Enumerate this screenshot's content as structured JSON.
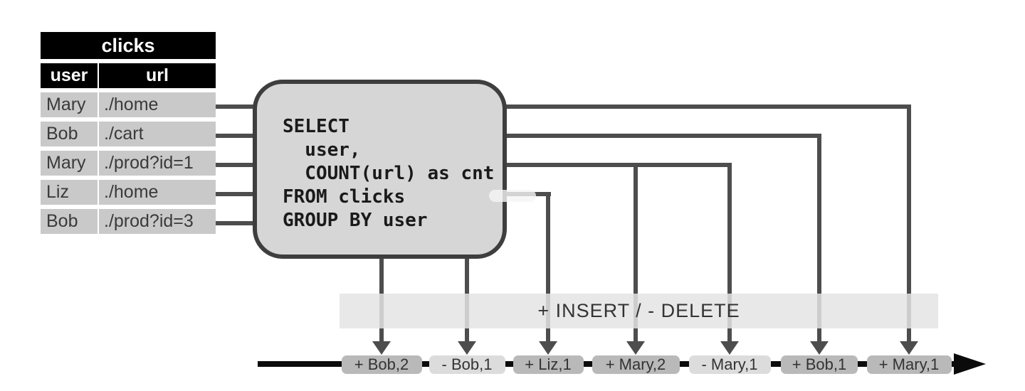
{
  "diagram": {
    "table": {
      "title": "clicks",
      "columns": [
        "user",
        "url"
      ],
      "rows": [
        [
          "Mary",
          "./home"
        ],
        [
          "Bob",
          "./cart"
        ],
        [
          "Mary",
          "./prod?id=1"
        ],
        [
          "Liz",
          "./home"
        ],
        [
          "Bob",
          "./prod?id=3"
        ]
      ]
    },
    "query": {
      "code_lines": [
        "SELECT",
        "  user,",
        "  COUNT(url) as cnt",
        "FROM clicks",
        "GROUP BY user"
      ]
    },
    "band_label": "+ INSERT / - DELETE",
    "events": [
      {
        "label": "+ Bob,2",
        "op": "insert"
      },
      {
        "label": "- Bob,1",
        "op": "delete"
      },
      {
        "label": "+ Liz,1",
        "op": "insert"
      },
      {
        "label": "+ Mary,2",
        "op": "insert"
      },
      {
        "label": "- Mary,1",
        "op": "delete"
      },
      {
        "label": "+ Bob,1",
        "op": "insert"
      },
      {
        "label": "+ Mary,1",
        "op": "insert"
      }
    ],
    "colors": {
      "connector_line": "#4d4d4d",
      "table_header_bg": "#000000",
      "table_row_bg": "#c9c9c9",
      "query_box_bg": "#d6d6d6",
      "query_box_border": "#3e3e3e",
      "band_bg": "#e4e4e4",
      "insert_chip_bg": "#b9b9b9",
      "delete_chip_bg": "#dcdcdc",
      "timeline": "#0b0b0b"
    }
  }
}
